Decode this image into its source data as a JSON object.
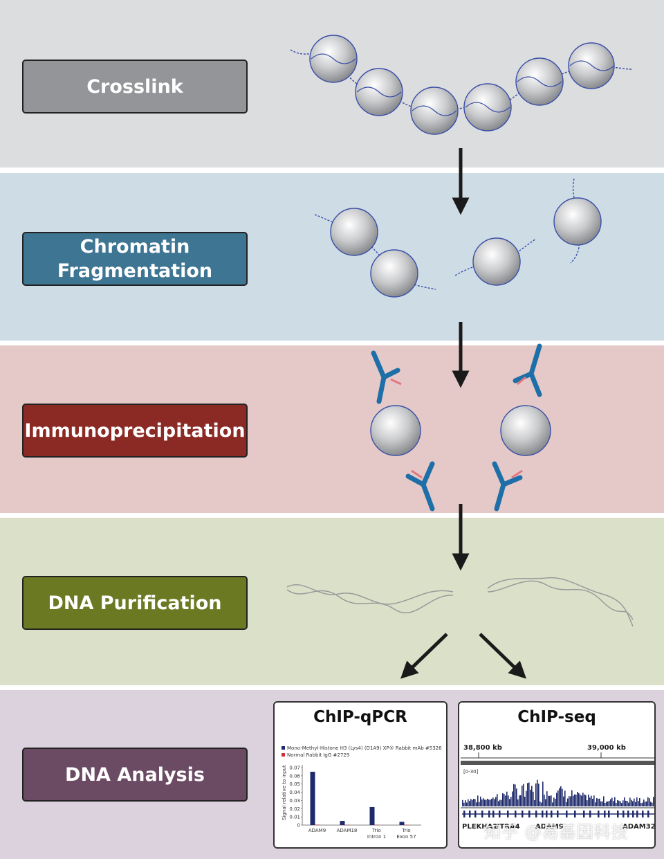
{
  "steps": [
    {
      "label": "Crosslink",
      "color": "#939598",
      "band_color": "#dcdddf"
    },
    {
      "label": "Chromatin\nFragmentation",
      "color": "#3e7593",
      "band_color": "#cedde5"
    },
    {
      "label": "Immunoprecipitation",
      "color": "#8b2a24",
      "band_color": "#e5c9c9"
    },
    {
      "label": "DNA Purification",
      "color": "#6b7a22",
      "band_color": "#dbe0c9"
    },
    {
      "label": "DNA Analysis",
      "color": "#6b4a63",
      "band_color": "#dcd2dd"
    }
  ],
  "qpcr": {
    "title": "ChIP-qPCR",
    "legend": [
      {
        "text": "Mono-Methyl-Histone H3 (Lys4) (D1A9) XP® Rabbit mAb #5326",
        "color": "#1f2a6b"
      },
      {
        "text": "Normal Rabbit IgG #2729",
        "color": "#d0303a"
      }
    ],
    "ylabel": "Signal relative to input",
    "yticks": [
      "0.07",
      "0.06",
      "0.05",
      "0.04",
      "0.03",
      "0.02",
      "0.01",
      "0"
    ],
    "categories": [
      "ADAM9",
      "ADAM18",
      "Trio\nIntron 1",
      "Trio\nExon 57"
    ]
  },
  "seq": {
    "title": "ChIP-seq",
    "coord_left": "38,800 kb",
    "coord_right": "39,000 kb",
    "range_label": "[0-30]",
    "genes": [
      "PLEKHA2",
      "HTRA4",
      "ADAM9",
      "ADAM32"
    ]
  },
  "watermark": "知乎 @易基因科技",
  "chart_data": {
    "type": "bar",
    "title": "",
    "categories": [
      "ADAM9",
      "ADAM18",
      "Trio Intron 1",
      "Trio Exon 57"
    ],
    "series": [
      {
        "name": "Mono-Methyl-Histone H3 (Lys4) (D1A9) XP® Rabbit mAb #5326",
        "values": [
          0.065,
          0.005,
          0.022,
          0.004
        ]
      },
      {
        "name": "Normal Rabbit IgG #2729",
        "values": [
          0.0005,
          0.0003,
          0.0004,
          0.0003
        ]
      }
    ],
    "ylabel": "Signal relative to input",
    "ylim": [
      0,
      0.07
    ]
  }
}
